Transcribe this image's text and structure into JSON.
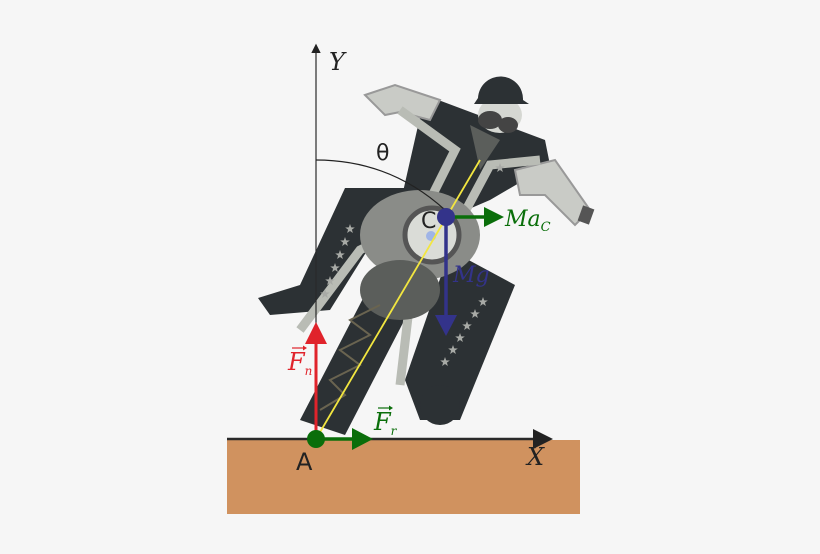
{
  "axes": {
    "x_label": "X",
    "y_label": "Y",
    "angle_label": "θ"
  },
  "points": {
    "contact": "A",
    "center": "C"
  },
  "forces": {
    "inertial": {
      "label": "Ma",
      "sub": "C",
      "color": "#0a6e0a"
    },
    "weight": {
      "label": "Mg",
      "color": "#33338a"
    },
    "normal": {
      "label": "F",
      "sub": "n",
      "color": "#e0232b"
    },
    "friction": {
      "label": "F",
      "sub": "r",
      "color": "#0a6e0a"
    }
  },
  "colors": {
    "ground": "#d0925f",
    "rider_dark": "#2c3134",
    "rider_light": "#c9cbc6",
    "axis_line": "#6e5a1e"
  }
}
